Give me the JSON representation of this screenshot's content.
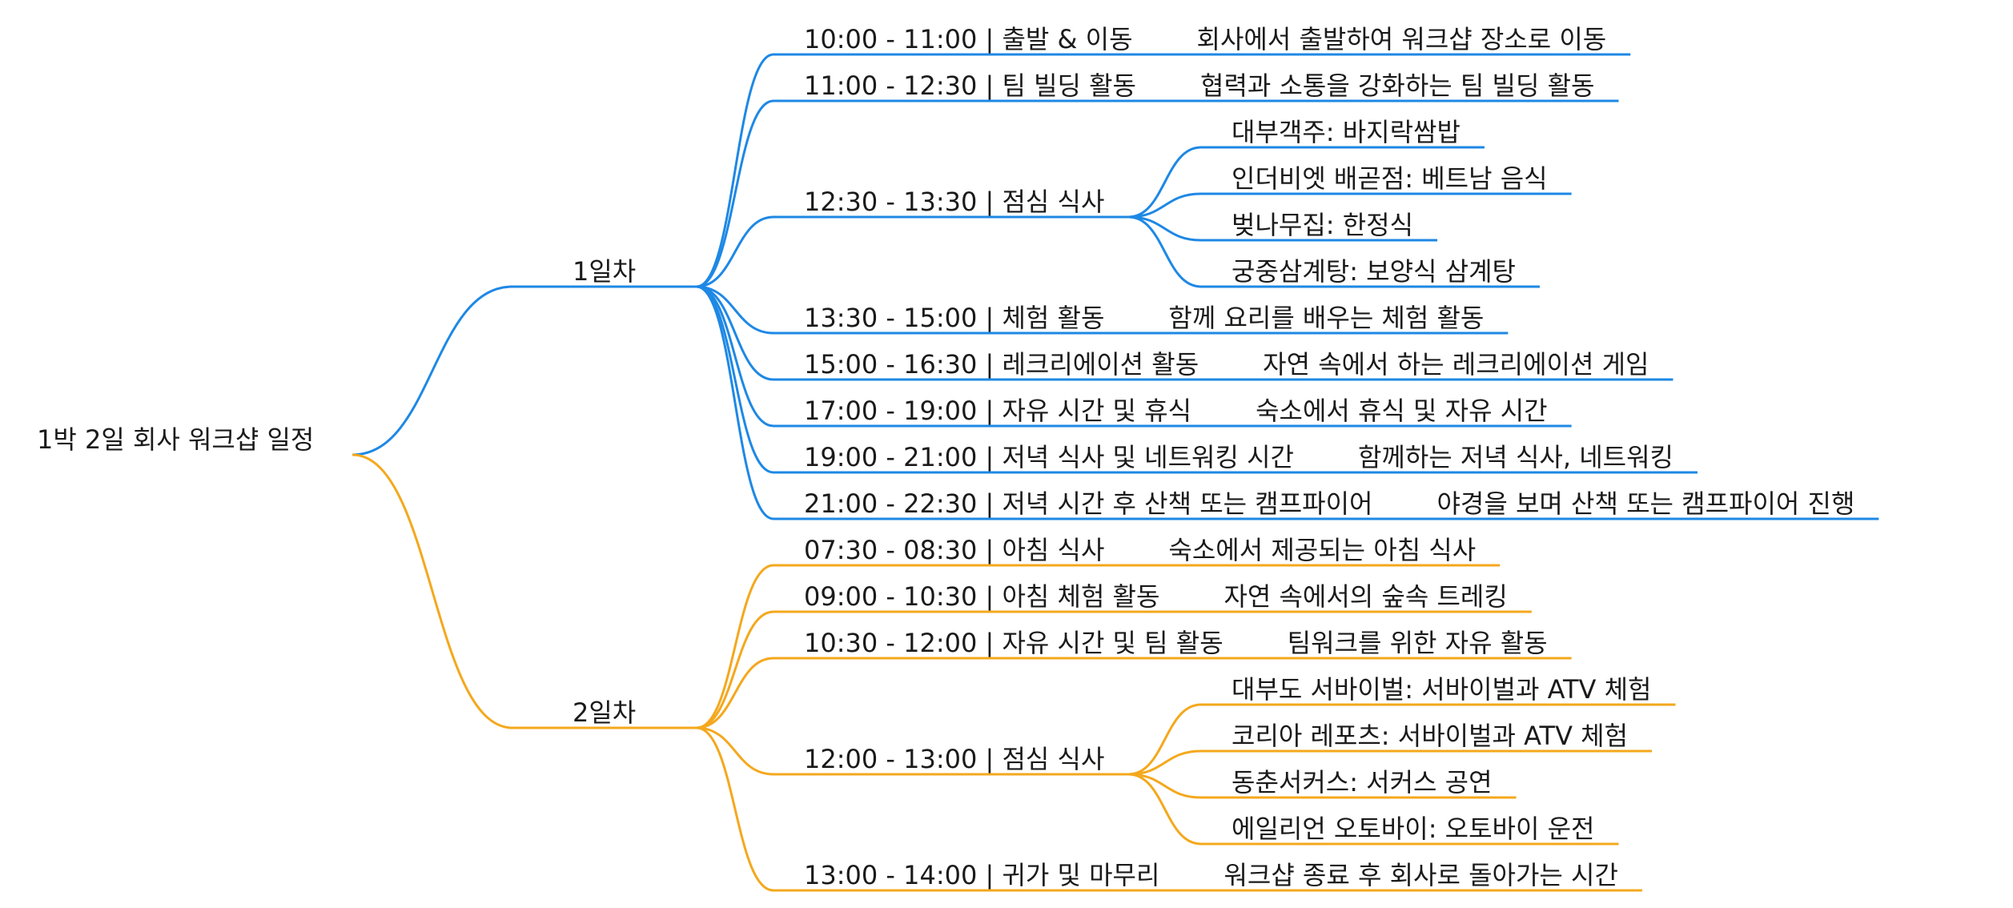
{
  "colors": {
    "day1": "#1E88E5",
    "day2": "#F4A81D",
    "text": "#1a1a1a"
  },
  "root": {
    "label": "1박 2일 회사 워크샵 일정"
  },
  "days": [
    {
      "label": "1일차",
      "color_key": "day1",
      "items": [
        {
          "label": "10:00 - 11:00 | 출발 & 이동",
          "children": [
            "회사에서 출발하여 워크샵 장소로 이동"
          ]
        },
        {
          "label": "11:00 - 12:30 | 팀 빌딩 활동",
          "children": [
            "협력과 소통을 강화하는 팀 빌딩 활동"
          ]
        },
        {
          "label": "12:30 - 13:30 | 점심 식사",
          "children": [
            "대부객주: 바지락쌈밥",
            "인더비엣 배곧점: 베트남 음식",
            "벚나무집: 한정식",
            "궁중삼계탕: 보양식 삼계탕"
          ]
        },
        {
          "label": "13:30 - 15:00 | 체험 활동",
          "children": [
            "함께 요리를 배우는 체험 활동"
          ]
        },
        {
          "label": "15:00 - 16:30 | 레크리에이션 활동",
          "children": [
            "자연 속에서 하는 레크리에이션 게임"
          ]
        },
        {
          "label": "17:00 - 19:00 | 자유 시간 및 휴식",
          "children": [
            "숙소에서 휴식 및 자유 시간"
          ]
        },
        {
          "label": "19:00 - 21:00 | 저녁 식사 및 네트워킹 시간",
          "children": [
            "함께하는 저녁 식사, 네트워킹"
          ]
        },
        {
          "label": "21:00 - 22:30 | 저녁 시간 후 산책 또는 캠프파이어",
          "children": [
            "야경을 보며 산책 또는 캠프파이어 진행"
          ]
        }
      ]
    },
    {
      "label": "2일차",
      "color_key": "day2",
      "items": [
        {
          "label": "07:30 - 08:30 | 아침 식사",
          "children": [
            "숙소에서 제공되는 아침 식사"
          ]
        },
        {
          "label": "09:00 - 10:30 | 아침 체험 활동",
          "children": [
            "자연 속에서의 숲속 트레킹"
          ]
        },
        {
          "label": "10:30 - 12:00 | 자유 시간 및 팀 활동",
          "children": [
            "팀워크를 위한 자유 활동"
          ]
        },
        {
          "label": "12:00 - 13:00 | 점심 식사",
          "children": [
            "대부도 서바이벌: 서바이벌과 ATV 체험",
            "코리아 레포츠: 서바이벌과 ATV 체험",
            "동춘서커스: 서커스 공연",
            "에일리언 오토바이: 오토바이 운전"
          ]
        },
        {
          "label": "13:00 - 14:00 | 귀가 및 마무리",
          "children": [
            "워크샵 종료 후 회사로 돌아가는 시간"
          ]
        }
      ]
    }
  ]
}
